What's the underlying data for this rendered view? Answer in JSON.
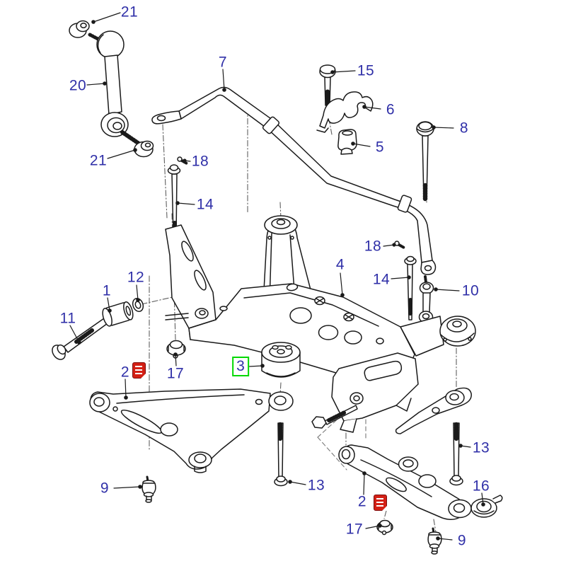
{
  "diagram": {
    "background_color": "#ffffff",
    "line_color": "#1a1a1a",
    "callout_color": "#3030a8",
    "highlight_box_color": "#00d800",
    "note_icon_color": "#d32015",
    "highlighted_callout": "3",
    "callouts": [
      {
        "id": "21-top",
        "label": "21"
      },
      {
        "id": "20",
        "label": "20"
      },
      {
        "id": "21-bottom",
        "label": "21"
      },
      {
        "id": "7",
        "label": "7"
      },
      {
        "id": "15",
        "label": "15"
      },
      {
        "id": "6",
        "label": "6"
      },
      {
        "id": "5",
        "label": "5"
      },
      {
        "id": "8",
        "label": "8"
      },
      {
        "id": "18-left",
        "label": "18"
      },
      {
        "id": "14-left",
        "label": "14"
      },
      {
        "id": "4",
        "label": "4"
      },
      {
        "id": "18-right",
        "label": "18"
      },
      {
        "id": "14-right",
        "label": "14"
      },
      {
        "id": "10",
        "label": "10"
      },
      {
        "id": "12",
        "label": "12"
      },
      {
        "id": "1",
        "label": "1"
      },
      {
        "id": "11",
        "label": "11"
      },
      {
        "id": "17-left",
        "label": "17"
      },
      {
        "id": "2-left",
        "label": "2",
        "note_icon": "red-parts-note-icon"
      },
      {
        "id": "3",
        "label": "3",
        "highlighted": true
      },
      {
        "id": "13-left",
        "label": "13"
      },
      {
        "id": "9-left",
        "label": "9"
      },
      {
        "id": "2-right",
        "label": "2",
        "note_icon": "red-parts-note-icon"
      },
      {
        "id": "17-right",
        "label": "17"
      },
      {
        "id": "13-right",
        "label": "13"
      },
      {
        "id": "16",
        "label": "16"
      },
      {
        "id": "9-right",
        "label": "9"
      }
    ]
  }
}
